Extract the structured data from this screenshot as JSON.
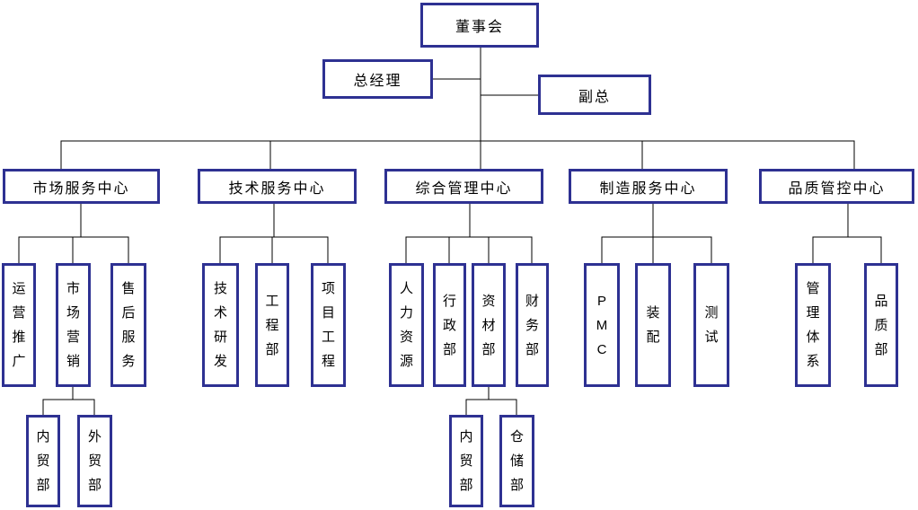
{
  "diagram": {
    "type": "org-chart",
    "root": {
      "label": "董事会"
    },
    "general_manager": {
      "label": "总经理"
    },
    "vice_general_manager": {
      "label": "副总"
    },
    "centers": [
      {
        "label": "市场服务中心",
        "departments": [
          {
            "label": "运营推广"
          },
          {
            "label": "市场营销"
          },
          {
            "label": "售后服务"
          }
        ]
      },
      {
        "label": "技术服务中心",
        "departments": [
          {
            "label": "技术研发"
          },
          {
            "label": "工程部"
          },
          {
            "label": "项目工程"
          }
        ]
      },
      {
        "label": "综合管理中心",
        "departments": [
          {
            "label": "人力资源"
          },
          {
            "label": "行政部"
          },
          {
            "label": "资材部"
          },
          {
            "label": "财务部"
          }
        ]
      },
      {
        "label": "制造服务中心",
        "departments": [
          {
            "label": "PMC"
          },
          {
            "label": "装配"
          },
          {
            "label": "测试"
          }
        ]
      },
      {
        "label": "品质管控中心",
        "departments": [
          {
            "label": "管理体系"
          },
          {
            "label": "品质部"
          }
        ]
      }
    ],
    "marketing_subdepartments": [
      {
        "label": "内贸部"
      },
      {
        "label": "外贸部"
      }
    ],
    "materials_subdepartments": [
      {
        "label": "内贸部"
      },
      {
        "label": "仓储部"
      }
    ],
    "colors": {
      "box_border": "#2E3192",
      "connector": "#000000",
      "background": "#FFFFFF",
      "text": "#000000"
    }
  }
}
